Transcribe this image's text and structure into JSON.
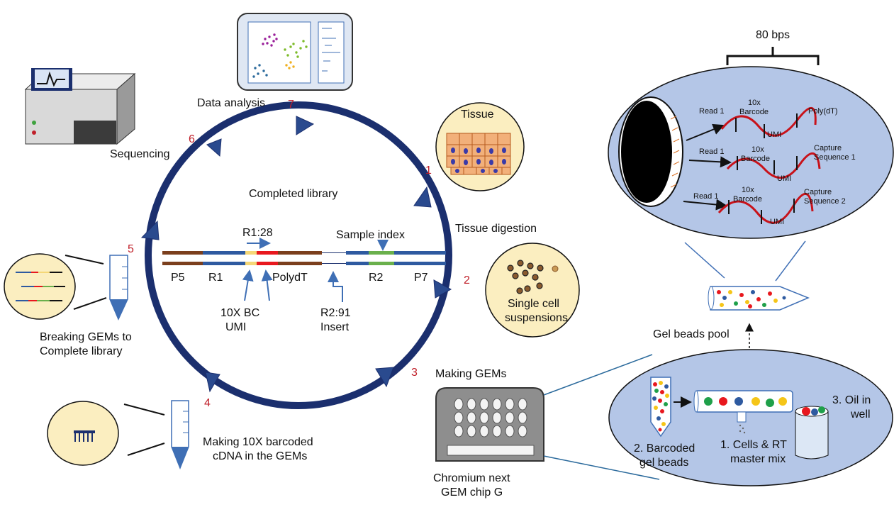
{
  "steps": [
    {
      "num": "1",
      "label": "Tissue",
      "caption": "Tissue digestion"
    },
    {
      "num": "2",
      "label_lines": [
        "Single cell",
        "suspensions"
      ]
    },
    {
      "num": "3",
      "label": "Making GEMs",
      "chip_lines": [
        "Chromium next",
        "GEM chip G"
      ]
    },
    {
      "num": "4",
      "label_lines": [
        "Making 10X barcoded",
        "cDNA in the GEMs"
      ]
    },
    {
      "num": "5",
      "label_lines": [
        "Breaking GEMs to",
        "Complete library"
      ]
    },
    {
      "num": "6",
      "label": "Sequencing"
    },
    {
      "num": "7",
      "label": "Data analysis"
    }
  ],
  "library": {
    "title": "Completed library",
    "r1_label": "R1:28",
    "sample_index": "Sample index",
    "segments": [
      "P5",
      "R1",
      "PolydT",
      "R2",
      "P7"
    ],
    "bc_lines": [
      "10X BC",
      "UMI"
    ],
    "insert_lines": [
      "R2:91",
      "Insert"
    ]
  },
  "gel_bead": {
    "scale": "80 bps",
    "oligos": [
      {
        "read": "Read 1",
        "barcode_lines": [
          "10x",
          "Barcode"
        ],
        "umi": "UMI",
        "capture_lines": [
          "Poly(dT)"
        ]
      },
      {
        "read": "Read 1",
        "barcode_lines": [
          "10x",
          "Barcode"
        ],
        "umi": "UMI",
        "capture_lines": [
          "Capture",
          "Sequence 1"
        ]
      },
      {
        "read": "Read 1",
        "barcode_lines": [
          "10x",
          "Barcode"
        ],
        "umi": "UMI",
        "capture_lines": [
          "Capture",
          "Sequence 2"
        ]
      }
    ],
    "pool_label": "Gel beads pool"
  },
  "gem_detail": {
    "oil_lines": [
      "3. Oil in",
      "well"
    ],
    "beads_lines": [
      "2. Barcoded",
      "gel beads"
    ],
    "cells_lines": [
      "1. Cells & RT",
      "master mix"
    ]
  },
  "colors": {
    "cycle": "#1b2f6e",
    "cream": "#fbeec0",
    "blue_fill": "#b4c6e7",
    "red": "#c0202a"
  }
}
